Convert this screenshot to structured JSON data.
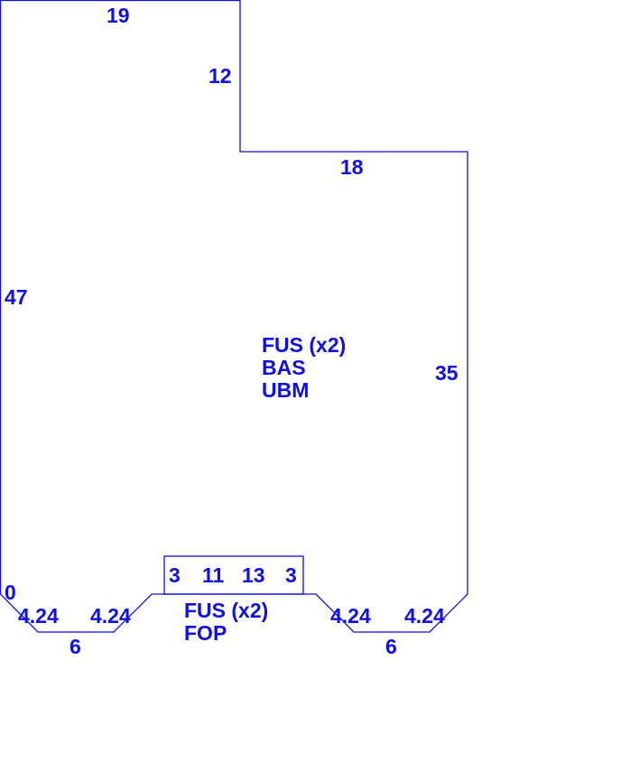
{
  "colors": {
    "stroke": "#1010e0",
    "text": "#1010e0"
  },
  "dimensions": {
    "top": "19",
    "step_vertical": "12",
    "step_horizontal": "18",
    "left": "47",
    "right": "35",
    "corner": "0",
    "left_chamfer_a": "4.24",
    "left_bottom": "6",
    "left_chamfer_b": "4.24",
    "right_chamfer_a": "4.24",
    "right_bottom": "6",
    "right_chamfer_b": "4.24",
    "porch_left": "3",
    "porch_right": "3",
    "porch_top_a": "11",
    "porch_top_b": "13"
  },
  "main_area": {
    "lines": [
      "FUS (x2)",
      "BAS",
      "UBM"
    ]
  },
  "porch_area": {
    "lines": [
      "FUS (x2)",
      "FOP"
    ]
  }
}
